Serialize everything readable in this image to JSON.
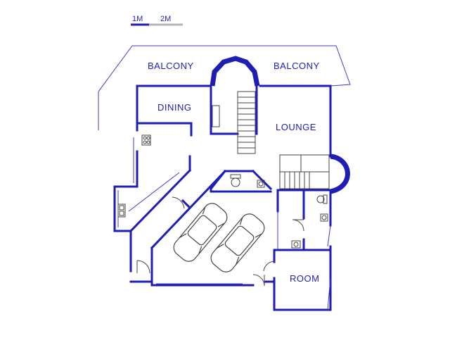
{
  "scale_bar": {
    "labels": [
      "1M",
      "2M"
    ],
    "colors": {
      "primary": "#1e1eb4",
      "secondary": "#b4b4b4"
    }
  },
  "rooms": {
    "balcony_left": "BALCONY",
    "balcony_right": "BALCONY",
    "dining": "DINING",
    "lounge": "LOUNGE",
    "room": "ROOM"
  },
  "colors": {
    "wall": "#1e1eb4",
    "thin_line": "#3c3cc8",
    "fixture": "#444444",
    "background": "#ffffff"
  },
  "icons": [
    "car-icon",
    "car-icon",
    "toilet-icon",
    "basin-icon",
    "stove-icon",
    "sink-icon",
    "stairs-icon"
  ]
}
